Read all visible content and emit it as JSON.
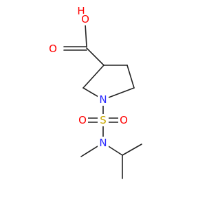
{
  "atoms": {
    "hydroxyl_h": {
      "label": "H"
    },
    "hydroxyl_o": {
      "label": "O"
    },
    "carbonyl_o": {
      "label": "O"
    },
    "ring_n": {
      "label": "N"
    },
    "sulfur": {
      "label": "S"
    },
    "sulfonyl_o_left": {
      "label": "O"
    },
    "sulfonyl_o_right": {
      "label": "O"
    },
    "amine_n": {
      "label": "N"
    }
  },
  "colors": {
    "bond": "#222222",
    "oxygen": "#ff0000",
    "nitrogen": "#2b2bff",
    "sulfur": "#c8a800"
  }
}
